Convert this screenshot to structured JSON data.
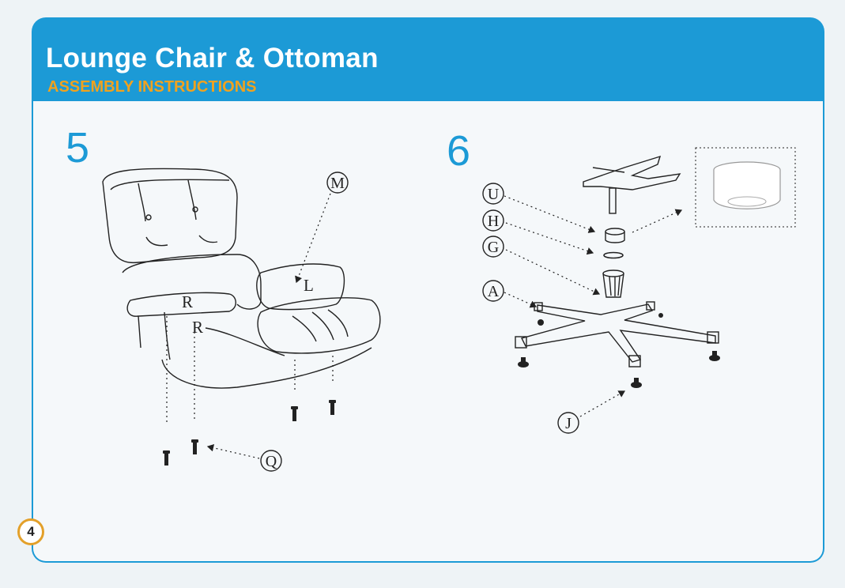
{
  "header": {
    "title": "Lounge Chair & Ottoman",
    "subtitle": "ASSEMBLY INSTRUCTIONS"
  },
  "steps": [
    {
      "number": "5",
      "labels": {
        "m": "M",
        "l": "L",
        "r1": "R",
        "r2": "R",
        "q": "Q"
      }
    },
    {
      "number": "6",
      "labels": {
        "u": "U",
        "h": "H",
        "g": "G",
        "a": "A",
        "j": "J"
      }
    }
  ],
  "page": {
    "number": "4"
  },
  "colors": {
    "accent": "#1c9ad6",
    "highlight": "#f0a21f"
  }
}
